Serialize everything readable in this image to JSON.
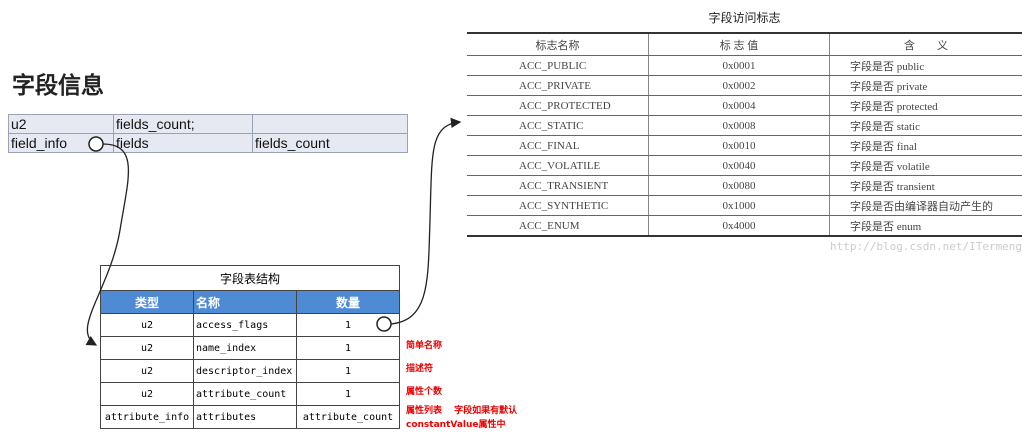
{
  "title": "字段信息",
  "left_table": [
    [
      "u2",
      "fields_count;",
      ""
    ],
    [
      "field_info",
      "fields",
      "fields_count"
    ]
  ],
  "access_table": {
    "title": "字段访问标志",
    "headers": [
      "标志名称",
      "标 志 值",
      "含　　义"
    ],
    "rows": [
      [
        "ACC_PUBLIC",
        "0x0001",
        "字段是否 public"
      ],
      [
        "ACC_PRIVATE",
        "0x0002",
        "字段是否 private"
      ],
      [
        "ACC_PROTECTED",
        "0x0004",
        "字段是否 protected"
      ],
      [
        "ACC_STATIC",
        "0x0008",
        "字段是否 static"
      ],
      [
        "ACC_FINAL",
        "0x0010",
        "字段是否 final"
      ],
      [
        "ACC_VOLATILE",
        "0x0040",
        "字段是否 volatile"
      ],
      [
        "ACC_TRANSIENT",
        "0x0080",
        "字段是否 transient"
      ],
      [
        "ACC_SYNTHETIC",
        "0x1000",
        "字段是否由编译器自动产生的"
      ],
      [
        "ACC_ENUM",
        "0x4000",
        "字段是否 enum"
      ]
    ]
  },
  "watermark": "http://blog.csdn.net/ITermeng",
  "field_table": {
    "title": "字段表结构",
    "headers": [
      "类型",
      "名称",
      "数量"
    ],
    "rows": [
      [
        "u2",
        "access_flags",
        "1"
      ],
      [
        "u2",
        "name_index",
        "1"
      ],
      [
        "u2",
        "descriptor_index",
        "1"
      ],
      [
        "u2",
        "attribute_count",
        "1"
      ],
      [
        "attribute_info",
        "attributes",
        "attribute_count"
      ]
    ]
  },
  "notes": {
    "name_index": "简单名称",
    "descriptor_index": "描述符",
    "attribute_count": "属性个数",
    "attributes_1": "属性列表　 字段如果有默认",
    "attributes_2": "constantValue属性中"
  },
  "colors": {
    "header_blue": "#4f8ad4",
    "note_red": "#ee0000"
  }
}
